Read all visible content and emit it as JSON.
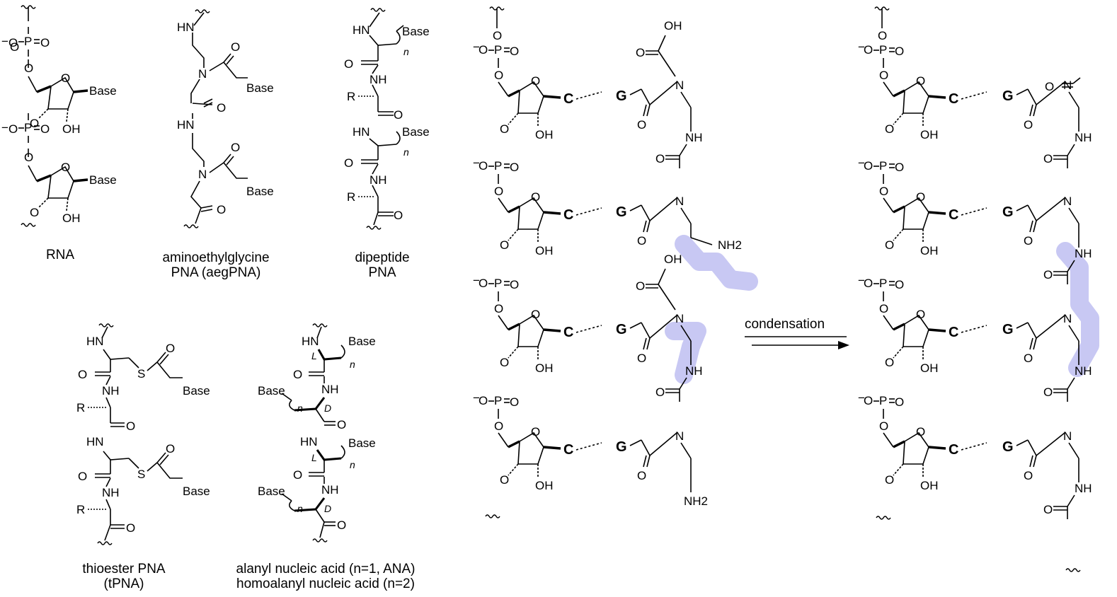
{
  "captions": {
    "rna": [
      "RNA",
      ""
    ],
    "aeg": [
      "aminoethylglycine",
      "PNA (aegPNA)"
    ],
    "dipep": [
      "dipeptide",
      "PNA"
    ],
    "tpna": [
      "thioester PNA",
      "(tPNA)"
    ],
    "ana": [
      "alanyl nucleic acid (n=1, ANA)",
      "homoalanyl nucleic acid (n=2)"
    ]
  },
  "reaction": {
    "arrow_label": "condensation"
  },
  "atoms": {
    "base": "Base",
    "oh": "OH",
    "o": "O",
    "p": "P",
    "nh": "NH",
    "hn": "HN",
    "n": "N",
    "s": "S",
    "r": "R",
    "nh2": "NH2",
    "c": "C",
    "g": "G",
    "minus": "−",
    "n_sub": "n",
    "l": "L",
    "d": "D"
  },
  "colors": {
    "highlight": "#c8c8f3",
    "ink": "#000000",
    "background": "#ffffff"
  }
}
